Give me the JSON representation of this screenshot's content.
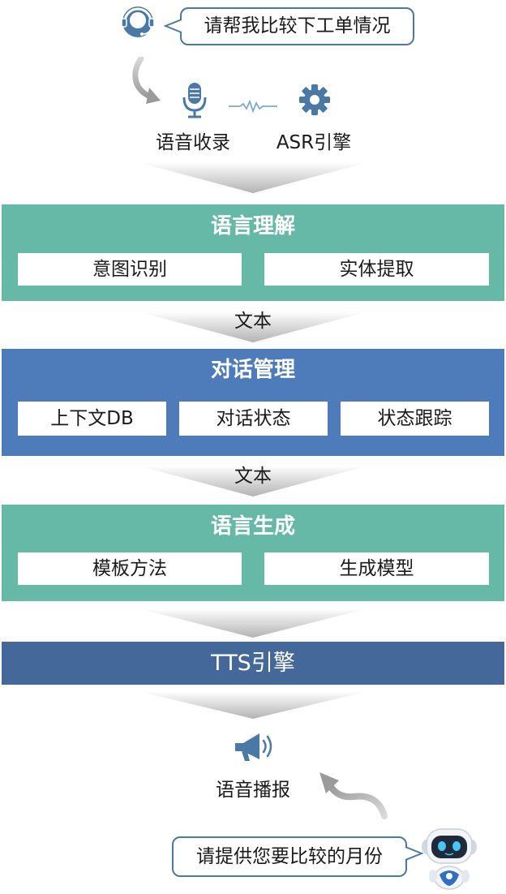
{
  "top": {
    "user_bubble": "请帮我比较下工单情况",
    "voice_capture_label": "语音收录",
    "asr_label": "ASR引擎"
  },
  "stages": [
    {
      "title": "语言理解",
      "items": [
        "意图识别",
        "实体提取"
      ]
    },
    {
      "title": "对话管理",
      "items": [
        "上下文DB",
        "对话状态",
        "状态跟踪"
      ]
    },
    {
      "title": "语言生成",
      "items": [
        "模板方法",
        "生成模型"
      ]
    }
  ],
  "arrow_labels": [
    "文本",
    "文本"
  ],
  "tts": {
    "title": "TTS引擎"
  },
  "bottom": {
    "playback_label": "语音播报",
    "bot_bubble": "请提供您要比较的月份"
  },
  "colors": {
    "teal": "#65b9a6",
    "blue": "#4e7cba",
    "dark_blue": "#44689a",
    "icon_blue": "#4a79a6",
    "bubble_border": "#4a79a6"
  },
  "icons": [
    "headset-user-icon",
    "curved-arrow-icon",
    "microphone-icon",
    "waveform-icon",
    "gear-icon",
    "megaphone-icon",
    "robot-icon"
  ]
}
